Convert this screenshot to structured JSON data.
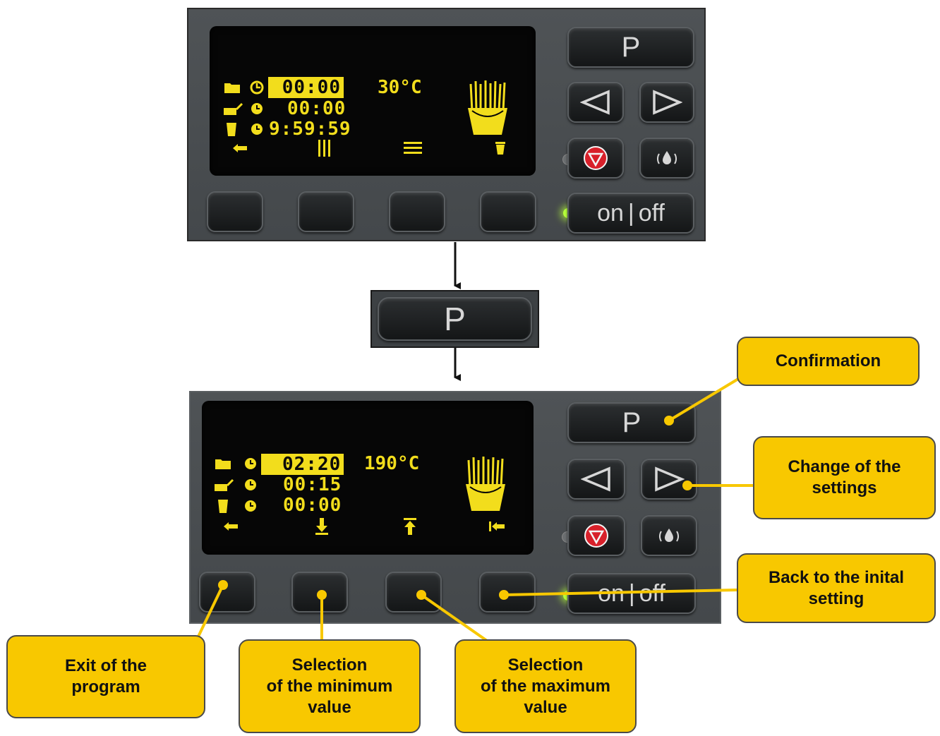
{
  "top_panel": {
    "rows": [
      {
        "time": "00:00",
        "highlighted": true
      },
      {
        "time": "00:00",
        "highlighted": false
      },
      {
        "time": "9:59:59",
        "highlighted": false
      }
    ],
    "temperature": "30°C",
    "softkey_icons": [
      "back-arrow-icon",
      "vertical-bars-icon",
      "horizontal-lines-icon",
      "cup-icon"
    ]
  },
  "bottom_panel": {
    "rows": [
      {
        "time": "02:20",
        "highlighted": true
      },
      {
        "time": "00:15",
        "highlighted": false
      },
      {
        "time": "00:00",
        "highlighted": false
      }
    ],
    "temperature": "190°C",
    "softkey_icons": [
      "back-arrow-icon",
      "minimum-arrow-icon",
      "maximum-arrow-icon",
      "reset-arrow-icon"
    ]
  },
  "keys": {
    "program": "P",
    "on": "on",
    "off": "off",
    "separator": "|"
  },
  "middle_key": "P",
  "callouts": {
    "confirmation": "Confirmation",
    "change": "Change of the\nsettings",
    "back": "Back to the inital\nsetting",
    "exit": "Exit of the\nprogram",
    "minimum": "Selection\nof the minimum\nvalue",
    "maximum": "Selection\nof the maximum\nvalue"
  },
  "colors": {
    "lcd_yellow": "#f2dd1c",
    "callout_yellow": "#f8c800",
    "led_green": "#b6ff3a",
    "stop_red": "#d8202a"
  }
}
